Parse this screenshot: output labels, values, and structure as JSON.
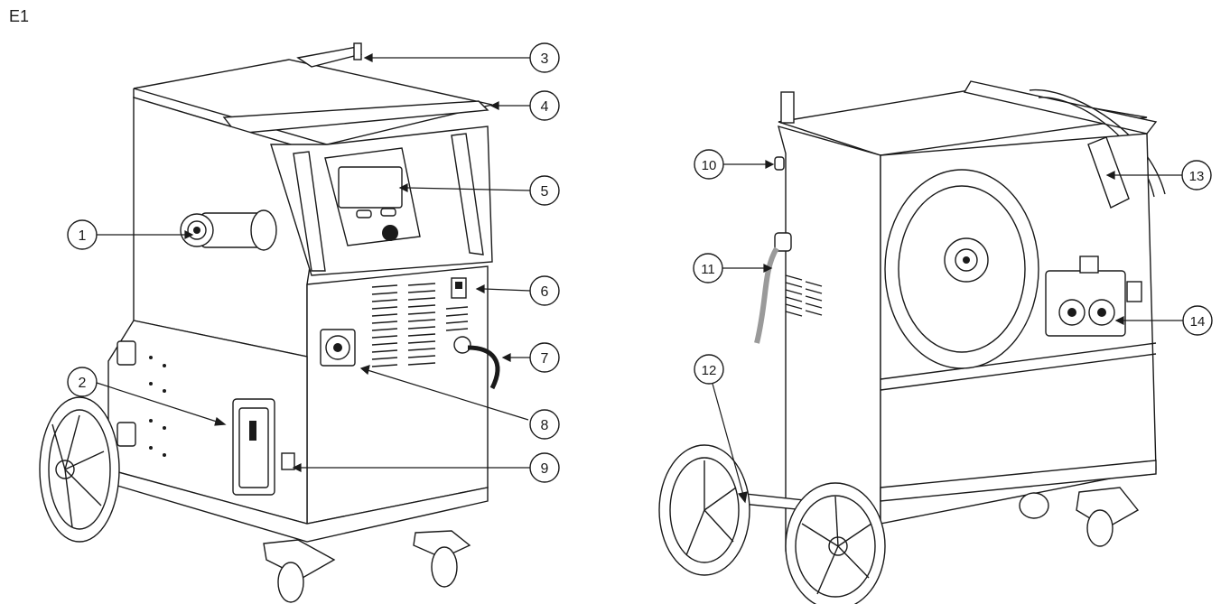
{
  "figure_label": "E1",
  "callouts": [
    {
      "id": "1",
      "label": "1"
    },
    {
      "id": "2",
      "label": "2"
    },
    {
      "id": "3",
      "label": "3"
    },
    {
      "id": "4",
      "label": "4"
    },
    {
      "id": "5",
      "label": "5"
    },
    {
      "id": "6",
      "label": "6"
    },
    {
      "id": "7",
      "label": "7"
    },
    {
      "id": "8",
      "label": "8"
    },
    {
      "id": "9",
      "label": "9"
    },
    {
      "id": "10",
      "label": "10"
    },
    {
      "id": "11",
      "label": "11"
    },
    {
      "id": "12",
      "label": "12"
    },
    {
      "id": "13",
      "label": "13"
    },
    {
      "id": "14",
      "label": "14"
    }
  ]
}
